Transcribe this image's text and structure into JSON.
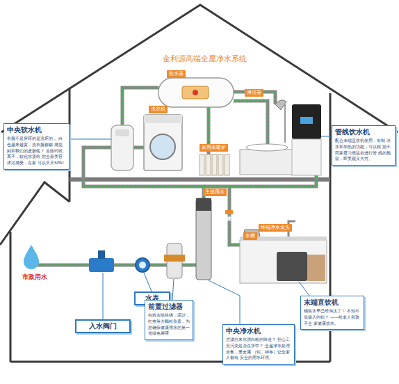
{
  "diagram": {
    "title": "金利源高端全屋净水系统",
    "nodes": [
      {
        "text": [
          "热水器"
        ]
      },
      {
        "text": [
          "淋浴器"
        ]
      },
      {
        "text": [
          "中央软水机",
          "衣服不是穿坏的是洗坏的， 白色越来越黄，洗衣服都都 感觉到和我们的皮肤呢？ 去除钙镁离子，软化水质给 您全新美容沐浴感受，在家 可以天天SPA!"
        ]
      },
      {
        "text": [
          "洗衣机"
        ]
      },
      {
        "text": [
          "家用采暖炉"
        ]
      },
      {
        "text": [
          "管线饮水机",
          "配合末端直饮机使用，有制 冰水和加热的功能，可以根 据不同家庭习惯提前进行管 线的预留，即美观又大方。"
        ]
      },
      {
        "text": [
          "主选用水"
        ]
      },
      {
        "text": [
          "饮用水"
        ]
      },
      {
        "text": [
          "终端净水龙头"
        ]
      },
      {
        "text": [
          "水槽"
        ]
      },
      {
        "text": [
          "水表"
        ]
      },
      {
        "text": [
          "末端直饮机",
          "桶装水早已经淘汰了！ 不知不觉摄入的铅？ ——给老人和孩子全 家健康饮水。"
        ]
      },
      {
        "text": [
          "前置过滤器",
          "有效去除铁锈，泥沙， 红虫等大颗粒杂质，为 您确保健康用水的第一 道绿色屏障"
        ]
      },
      {
        "text": [
          "入水阀门"
        ]
      },
      {
        "text": [
          "中央净水机",
          "过滤自来水漂白粉的味道？ 担心工业污染是否在水中？ 全屋净水处理余氯，重金属 （铅，砷等）让全家人都有 安全的用水环境。"
        ]
      }
    ],
    "labels": [
      "市政用水"
    ]
  }
}
